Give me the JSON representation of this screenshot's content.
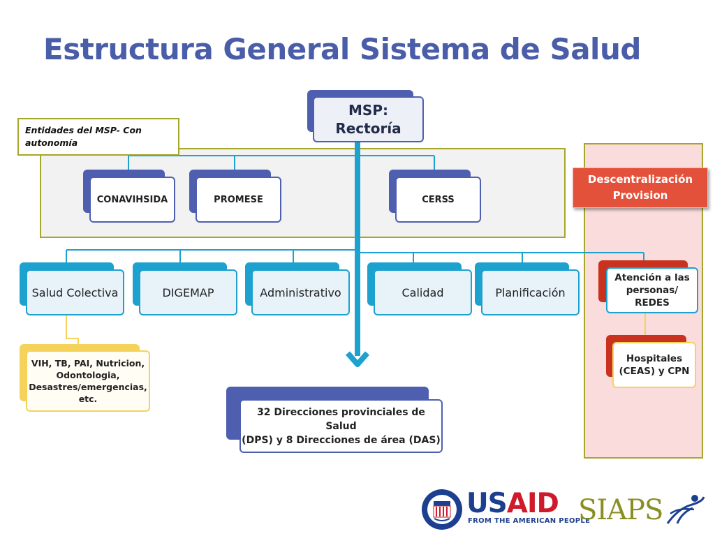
{
  "title": "Estructura General Sistema de Salud",
  "root": {
    "line1": "MSP:",
    "line2": "Rectoría"
  },
  "autonomy_label": {
    "line1": "Entidades del MSP- Con",
    "line2": "autonomía"
  },
  "autonomous_entities": [
    "CONAVIHSIDA",
    "PROMESE",
    "CERSS"
  ],
  "decentralization": {
    "line1": "Descentralización",
    "line2": "Provision"
  },
  "departments": [
    "Salud Colectiva",
    "DIGEMAP",
    "Administrativo",
    "Calidad",
    "Planificación"
  ],
  "salud_colectiva_detail": {
    "line1": "VIH, TB, PAI, Nutricion,",
    "line2": "Odontologia,",
    "line3": "Desastres/emergencias,",
    "line4": "etc."
  },
  "attention": {
    "line1": "Atención a las",
    "line2": "personas/",
    "line3": "REDES"
  },
  "hospitals": {
    "line1": "Hospitales",
    "line2": "(CEAS) y CPN"
  },
  "provincial": {
    "line1": "32 Direcciones provinciales de Salud",
    "line2": "(DPS)  y 8 Direcciones de área (DAS)"
  },
  "logos": {
    "usaid_us": "US",
    "usaid_aid": "AID",
    "usaid_tagline": "FROM THE AMERICAN PEOPLE",
    "siaps": "SIAPS"
  },
  "colors": {
    "title": "#4a5da8",
    "box_back": "#4f5fb0",
    "box_border": "#4f5fb0",
    "connector": "#1da1cf",
    "detail_yellow": "#f5d25a",
    "red_back": "#c8321f",
    "panel_border": "#a6a62a",
    "decent_bg": "#f9dcdb",
    "red_tag": "#e4513b"
  }
}
